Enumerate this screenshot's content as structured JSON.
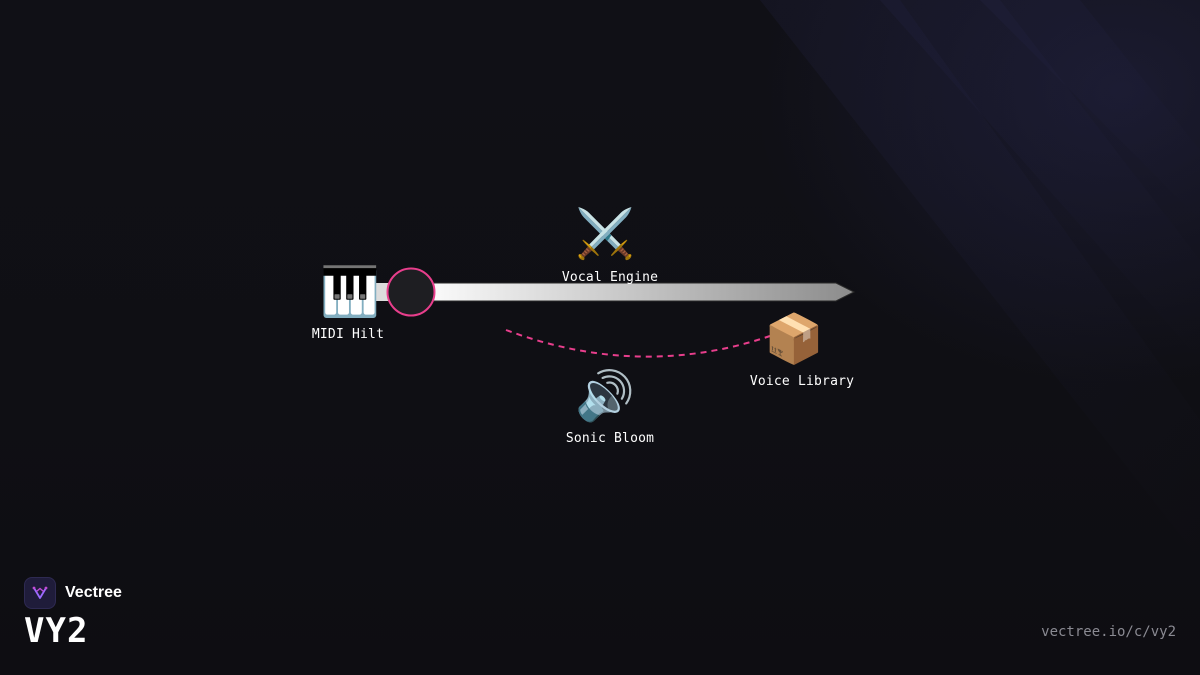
{
  "diagram": {
    "nodes": [
      {
        "id": "midi-hilt",
        "label": "MIDI Hilt",
        "icon": "piano-keys-icon",
        "glyph": "🎹"
      },
      {
        "id": "vocal-engine",
        "label": "Vocal Engine",
        "icon": "crossed-swords-icon",
        "glyph": "⚔️"
      },
      {
        "id": "voice-library",
        "label": "Voice Library",
        "icon": "package-box-icon",
        "glyph": "📦"
      },
      {
        "id": "sonic-bloom",
        "label": "Sonic Bloom",
        "icon": "speaker-icon",
        "glyph": "🔊"
      }
    ],
    "colors": {
      "accent": "#e83e8c",
      "blade_light": "#ffffff",
      "blade_dark": "#8c8c8c"
    }
  },
  "brand": {
    "name": "Vectree",
    "code": "VY2",
    "logo_icon": "vectree-logo-icon",
    "url": "vectree.io/c/vy2"
  }
}
